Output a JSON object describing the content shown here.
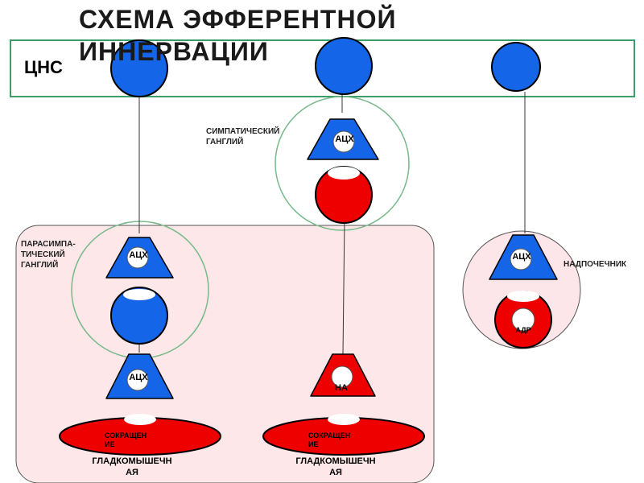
{
  "title": "СХЕМА  ЭФФЕРЕНТНОЙ ИННЕРВАЦИИ",
  "cns_label": "ЦНС",
  "sympathetic_ganglion_label": "СИМПАТИЧЕСКИЙ\nГАНГЛИЙ",
  "parasympathetic_ganglion_label": "ПАРАСИМПА-\nТИЧЕСКИЙ\nГАНГЛИЙ",
  "adrenal_label": "НАДПОЧЕЧНИК",
  "neurotransmitters": {
    "ach": "АЦХ",
    "na": "НА",
    "adrenaline": "АДР"
  },
  "effect_label": "СОКРАЩЕНИЕ",
  "effector_label": "ГЛАДКОМЫШЕЧНАЯ",
  "colors": {
    "blue_neuron": "#1565e8",
    "red_neuron": "#ee0000",
    "cns_band": "#3b9e6a",
    "ganglion_circle": "#79b98a",
    "parasympathetic_box_fill": "#fde7e9",
    "adrenal_fill": "#fde6ea",
    "outline": "#000000"
  }
}
